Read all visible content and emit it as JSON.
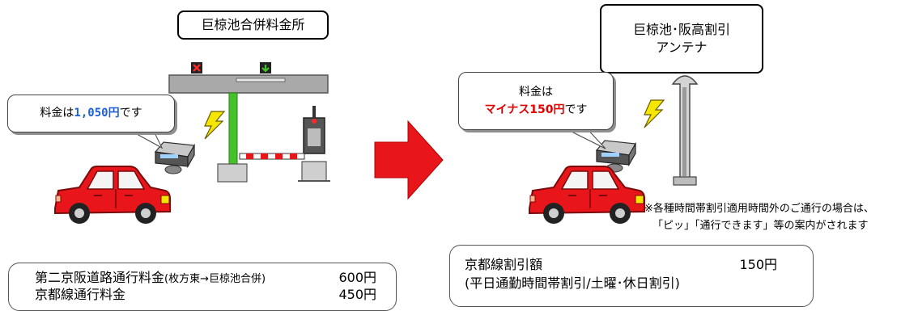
{
  "left": {
    "title": "巨椋池合併料金所",
    "bubble": {
      "prefix": "料金は",
      "amount": "1,050円",
      "suffix": "です"
    },
    "info_rows": [
      {
        "label": "第二京阪道路通行料金",
        "note": "(枚方東→巨椋池合併)",
        "value": "600円"
      },
      {
        "label": "京都線通行料金",
        "note": "",
        "value": "450円"
      }
    ]
  },
  "right": {
    "title_line1": "巨椋池･阪高割引",
    "title_line2": "アンテナ",
    "bubble": {
      "line1": "料金は",
      "amount": "マイナス150円",
      "suffix": "です"
    },
    "note_line1": "※各種時間帯割引適用時間外のご通行の場合は、",
    "note_line2": "「ピッ」「通行できます」等の案内がされます",
    "info_label": "京都線割引額",
    "info_value": "150円",
    "info_sub": "(平日通勤時間帯割引/土曜･休日割引)"
  },
  "colors": {
    "car_red": "#e8161b",
    "arrow_red": "#e8161b",
    "number_blue": "#1e5fd6",
    "gate_green": "#45c12a",
    "lightning_yellow": "#f4e600",
    "roof_gray": "#a9a9a9"
  },
  "icons": {
    "toll_gate": "toll-gate-icon",
    "car": "car-icon",
    "etc_unit": "etc-unit-icon",
    "antenna": "antenna-icon",
    "lightning": "lightning-icon",
    "arrow": "right-arrow-icon"
  }
}
